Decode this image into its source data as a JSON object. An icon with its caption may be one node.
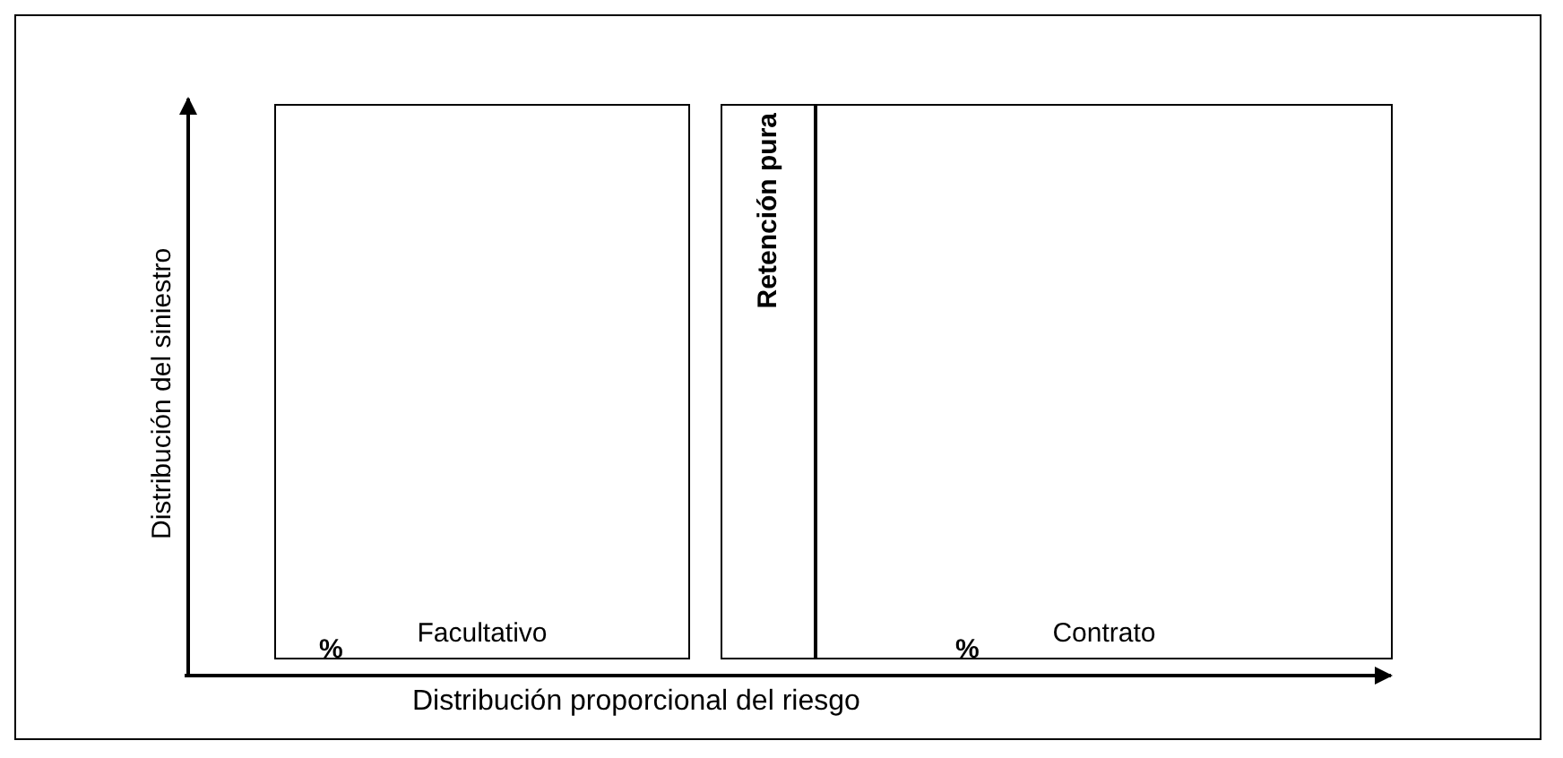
{
  "diagram": {
    "nodes": [
      {
        "text": [
          "Facultativo"
        ]
      },
      {
        "text": [
          "Retención pura"
        ]
      },
      {
        "text": [
          "Contrato"
        ]
      }
    ],
    "labels": [
      "Distribución del siniestro",
      "%",
      "%",
      "Distribución proporcional del riesgo"
    ]
  }
}
